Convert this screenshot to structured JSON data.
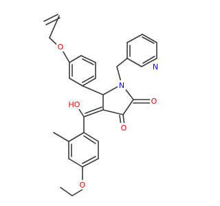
{
  "atoms": {
    "o_allyl": {
      "text": "O",
      "color": "#ff0000"
    },
    "n_ring": {
      "text": "N",
      "color": "#0000ff"
    },
    "n_pyridine": {
      "text": "N",
      "color": "#0000ff"
    },
    "o_hydroxy": {
      "text": "HO",
      "color": "#ff0000"
    },
    "o_ketone_top": {
      "text": "O",
      "color": "#ff0000"
    },
    "o_ketone_bottom": {
      "text": "O",
      "color": "#ff0000"
    },
    "o_ethoxy": {
      "text": "O",
      "color": "#ff0000"
    }
  },
  "colors": {
    "bond": "#3a3a3a",
    "background": "#ffffff"
  }
}
